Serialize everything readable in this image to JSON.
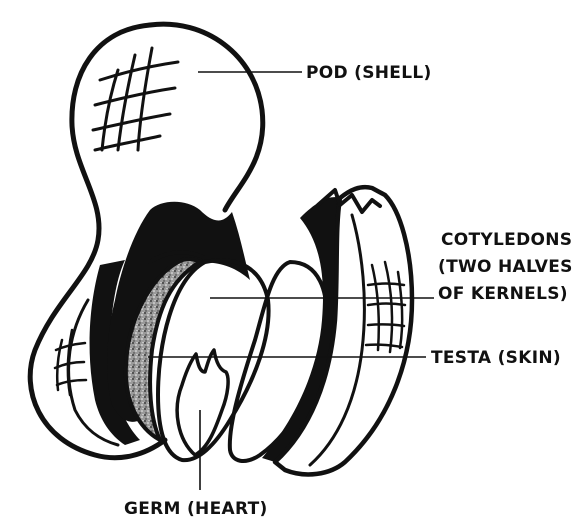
{
  "labels": {
    "pod": "POD (SHELL)",
    "cotyledons_line1": "COTYLEDONS",
    "cotyledons_line2": "(TWO HALVES",
    "cotyledons_line3": "OF KERNELS)",
    "testa": "TESTA (SKIN)",
    "germ": "GERM (HEART)"
  },
  "colors": {
    "ink": "#111111",
    "paper": "#ffffff",
    "testa_fill": "#8a8a8a"
  }
}
